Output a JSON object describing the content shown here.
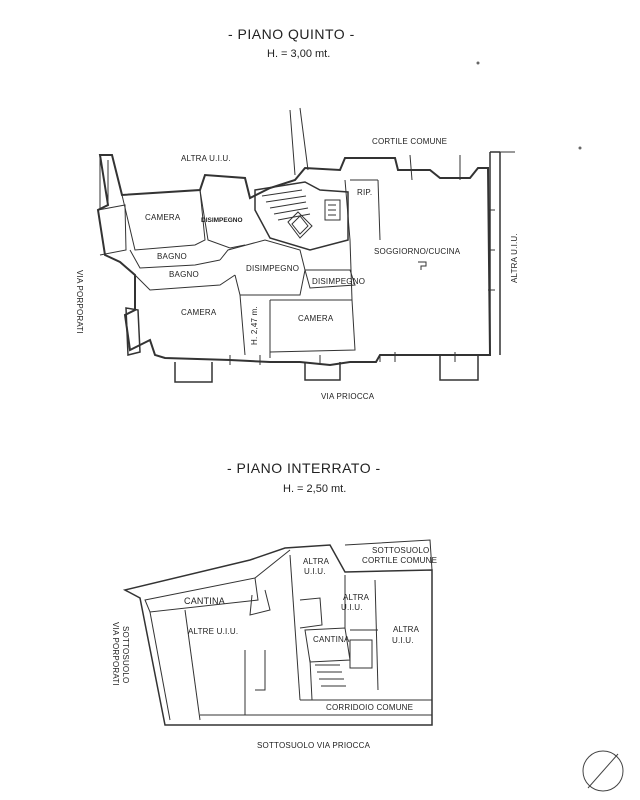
{
  "upper_plan": {
    "title": "- PIANO QUINTO -",
    "height": "H. = 3,00 mt.",
    "labels": {
      "altra_uiu_top": "ALTRA U.I.U.",
      "cortile_comune": "CORTILE COMUNE",
      "camera_1": "CAMERA",
      "disimpegno_1": "DISIMPEGNO",
      "rip": "RIP.",
      "bagno_1": "BAGNO",
      "bagno_2": "BAGNO",
      "disimpegno_2": "DISIMPEGNO",
      "soggiorno_cucina": "SOGGIORNO/CUCINA",
      "disimpegno_3": "DISIMPEGNO",
      "camera_2": "CAMERA",
      "camera_3": "CAMERA",
      "h_mezz": "H. 2,47 m.",
      "altra_uiu_right": "ALTRA U.I.U.",
      "via_porporati": "VIA PORPORATI",
      "via_priocca": "VIA PRIOCCA"
    }
  },
  "lower_plan": {
    "title": "- PIANO INTERRATO -",
    "height": "H. = 2,50 mt.",
    "labels": {
      "sottosuolo_cortile_1": "SOTTOSUOLO",
      "sottosuolo_cortile_2": "CORTILE COMUNE",
      "altra_uiu_1a": "ALTRA",
      "altra_uiu_1b": "U.I.U.",
      "altra_uiu_2a": "ALTRA",
      "altra_uiu_2b": "U.I.U.",
      "altra_uiu_3a": "ALTRA",
      "altra_uiu_3b": "U.I.U.",
      "cantina_1": "CANTINA",
      "altre_uiu": "ALTRE U.I.U.",
      "cantina_2": "CANTINA",
      "sottosuolo_via_porporati_1": "SOTTOSUOLO",
      "sottosuolo_via_porporati_2": "VIA PORPORATI",
      "corridoio_comune": "CORRIDOIO COMUNE",
      "sottosuolo_via_priocca": "SOTTOSUOLO VIA PRIOCCA"
    }
  }
}
